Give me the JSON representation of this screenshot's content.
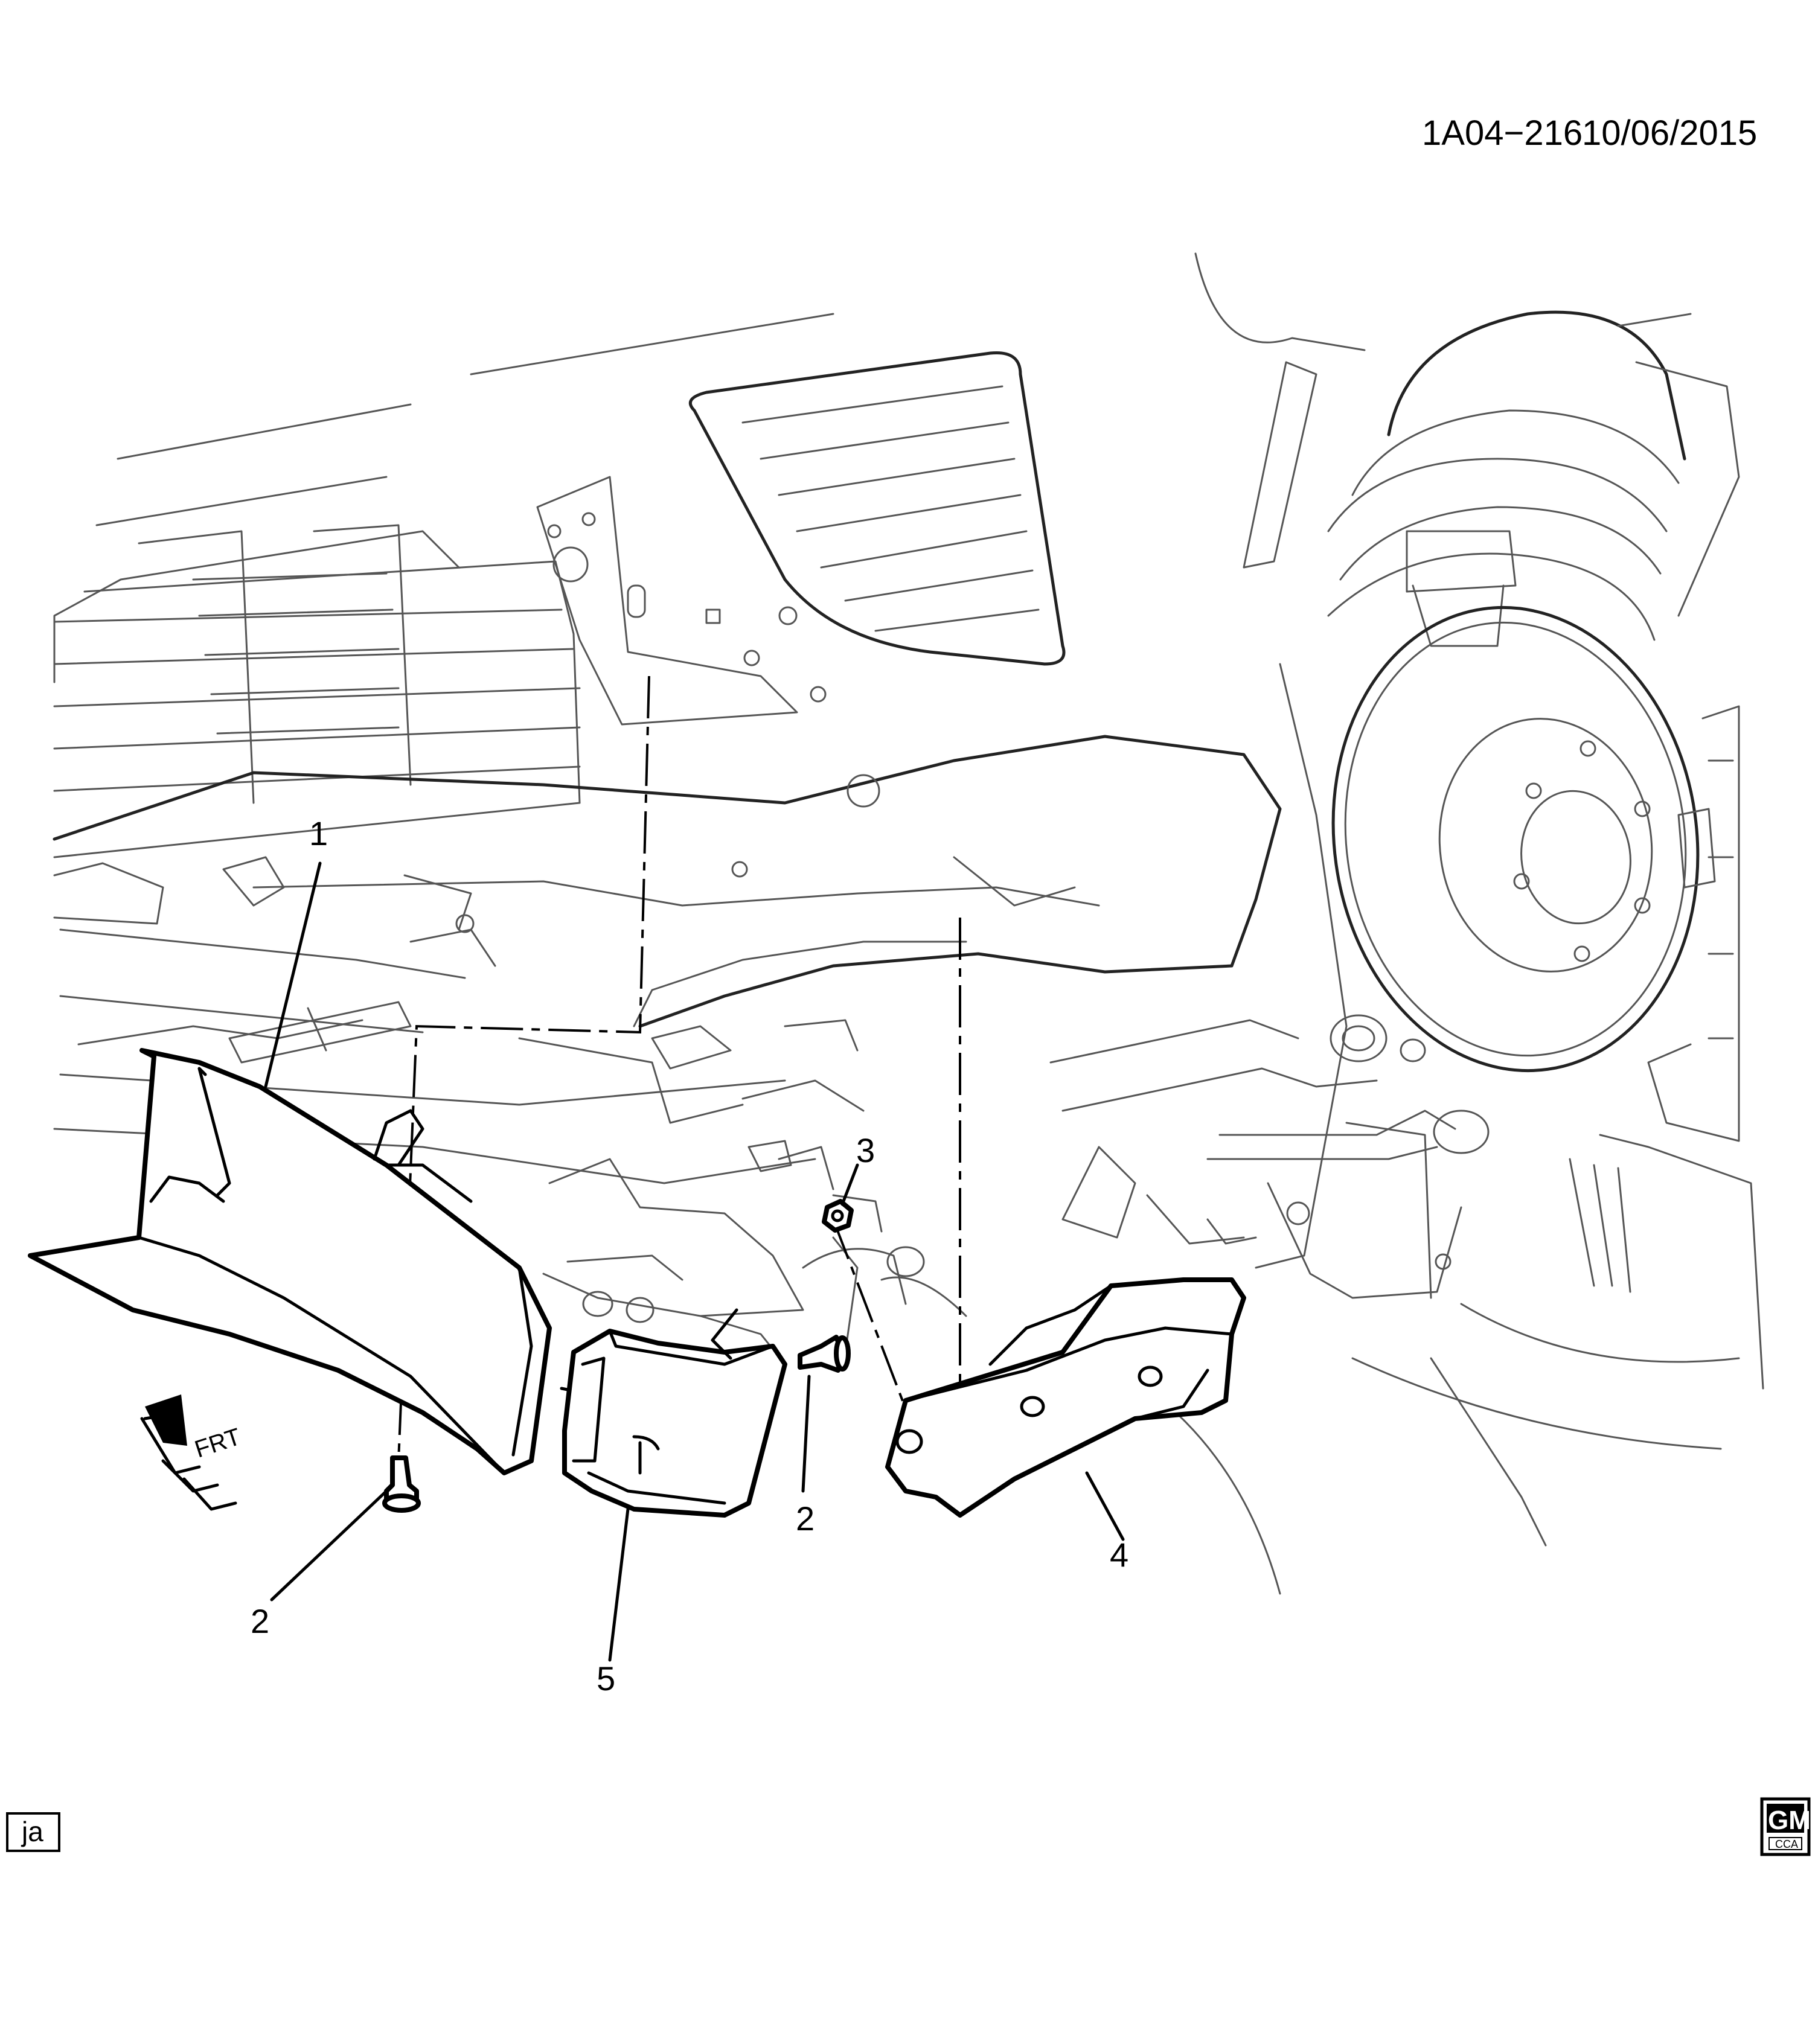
{
  "header": {
    "diagram_id": "1A04−216",
    "date": "10/06/2015"
  },
  "callouts": [
    {
      "id": "callout-1",
      "label": "1"
    },
    {
      "id": "callout-2-left",
      "label": "2"
    },
    {
      "id": "callout-2-right",
      "label": "2"
    },
    {
      "id": "callout-3",
      "label": "3"
    },
    {
      "id": "callout-4",
      "label": "4"
    },
    {
      "id": "callout-5",
      "label": "5"
    }
  ],
  "direction_indicator": {
    "label": "FRT",
    "icon": "front-arrow-icon"
  },
  "footer": {
    "tag": "ja",
    "logo_text": "GM",
    "logo_subtext": "CCA",
    "logo_icon": "gm-logo-icon"
  }
}
